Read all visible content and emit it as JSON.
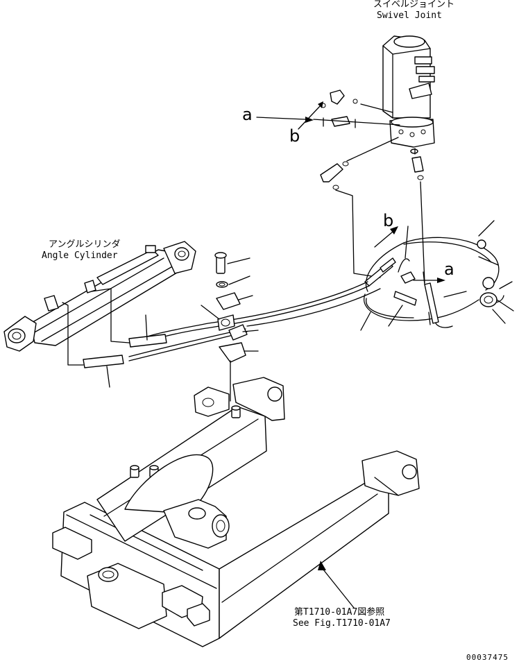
{
  "labels": {
    "swivel_jp": "スイベルジョイント",
    "swivel_en": "Swivel Joint",
    "angle_jp": "アングルシリンダ",
    "angle_en": "Angle Cylinder",
    "marker_a1": "a",
    "marker_b1": "b",
    "marker_b2": "b",
    "marker_a2": "a",
    "ref_jp": "第T1710-01A7図参照",
    "ref_en": "See Fig.T1710-01A7",
    "code": "00037475"
  }
}
